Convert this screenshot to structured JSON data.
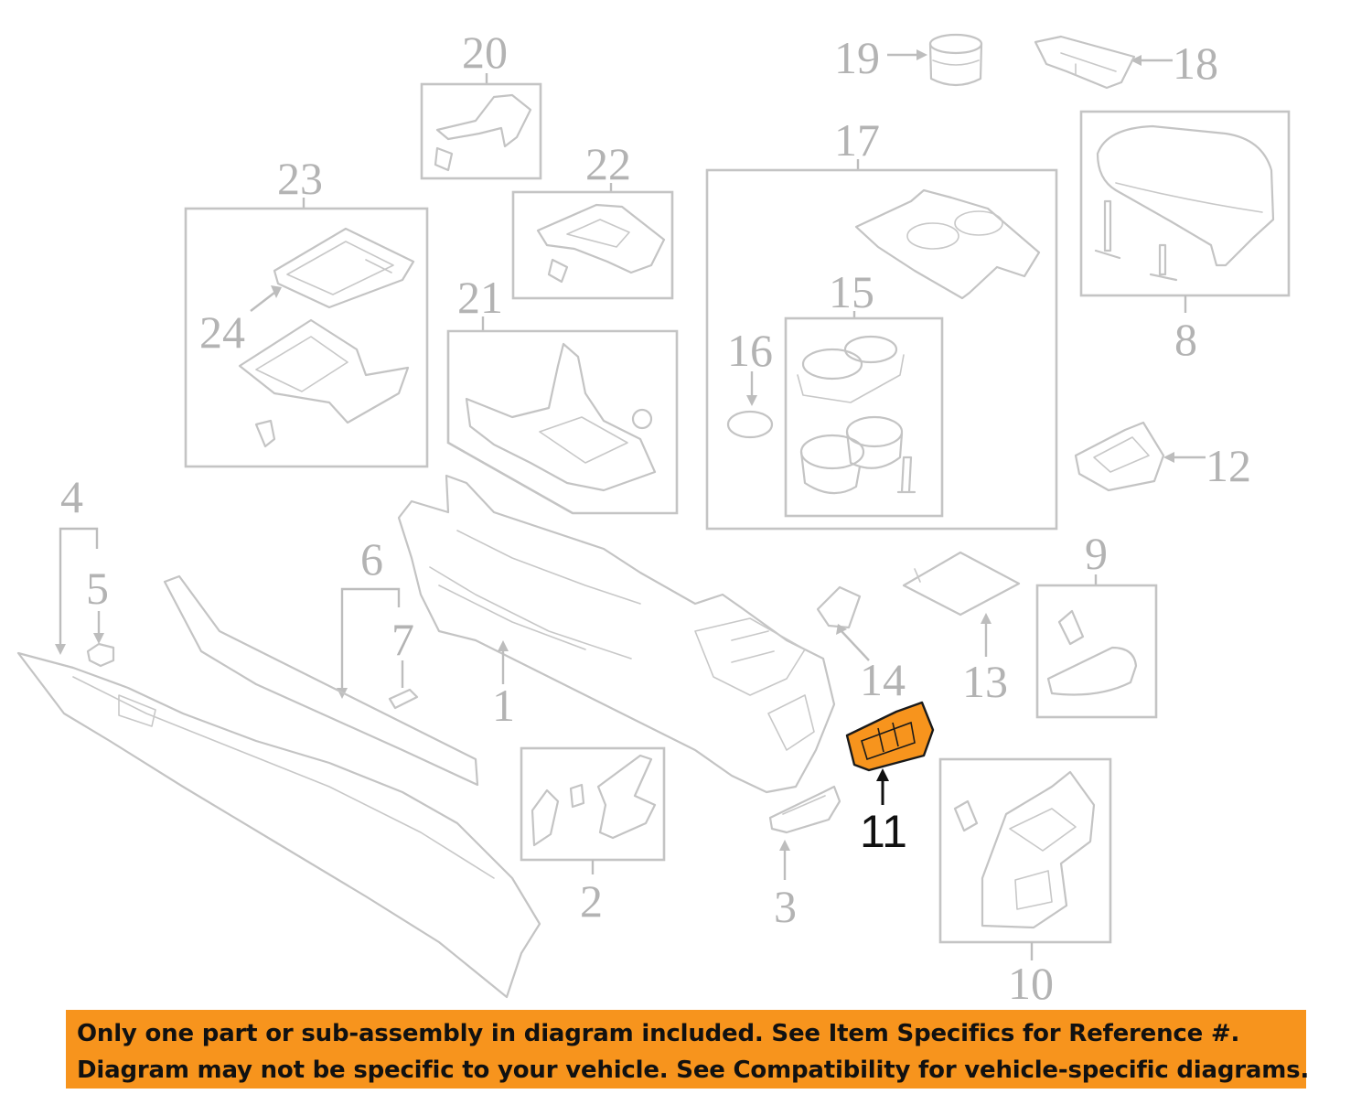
{
  "diagram": {
    "callouts": {
      "c1": "1",
      "c2": "2",
      "c3": "3",
      "c4": "4",
      "c5": "5",
      "c6": "6",
      "c7": "7",
      "c8": "8",
      "c9": "9",
      "c10": "10",
      "c11": "11",
      "c12": "12",
      "c13": "13",
      "c14": "14",
      "c15": "15",
      "c16": "16",
      "c17": "17",
      "c18": "18",
      "c19": "19",
      "c20": "20",
      "c21": "21",
      "c22": "22",
      "c23": "23",
      "c24": "24"
    },
    "highlighted_part": "11",
    "colors": {
      "highlight_fill": "#f7941d",
      "highlight_stroke": "#1a1a1a",
      "part_stroke": "#c4c4c4",
      "banner_background": "#f7941d"
    }
  },
  "disclaimer": {
    "line1": "Only one part or sub-assembly in diagram included. See Item Specifics for Reference #.",
    "line2": "Diagram may not be specific to your vehicle. See Compatibility for vehicle-specific diagrams."
  }
}
